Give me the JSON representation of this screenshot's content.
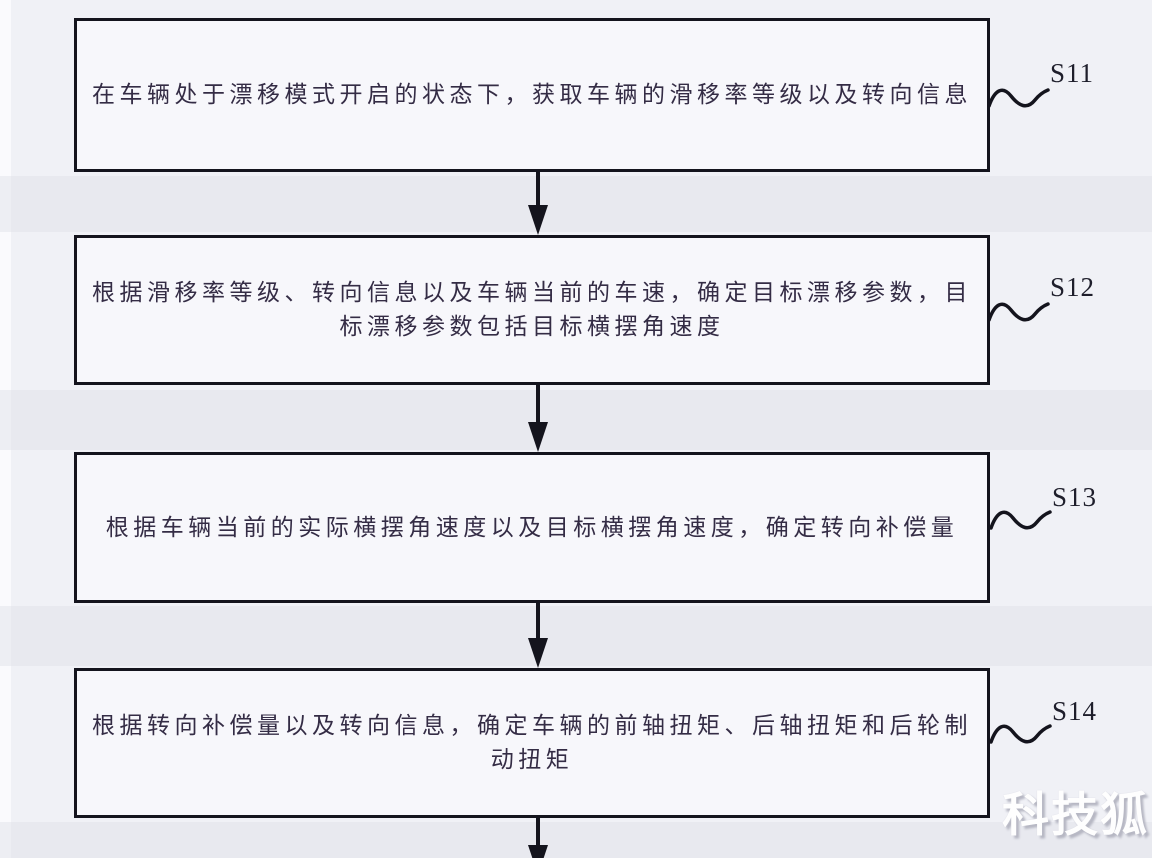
{
  "diagram": {
    "type": "flowchart",
    "language": "zh-CN",
    "steps": [
      {
        "id": "S11",
        "text": "在车辆处于漂移模式开启的状态下，获取车辆的滑移率等级以及转向信息"
      },
      {
        "id": "S12",
        "text": "根据滑移率等级、转向信息以及车辆当前的车速，确定目标漂移参数，目\n标漂移参数包括目标横摆角速度"
      },
      {
        "id": "S13",
        "text": "根据车辆当前的实际横摆角速度以及目标横摆角速度，确定转向补偿量"
      },
      {
        "id": "S14",
        "text": "根据转向补偿量以及转向信息，确定车辆的前轴扭矩、后轴扭矩和后轮制\n动扭矩"
      }
    ],
    "connectors": {
      "between_steps": "down-arrow",
      "label_link": "tilde-squiggle",
      "trailing_arrow_cut_off_at_bottom": true
    },
    "colors": {
      "background": "#f0f1f6",
      "box_fill": "#f7f7fb",
      "border": "#14141d",
      "text": "#342c45",
      "label": "#1e1e2b"
    }
  },
  "watermark": {
    "text": "科技狐",
    "color": "#fefefe"
  }
}
